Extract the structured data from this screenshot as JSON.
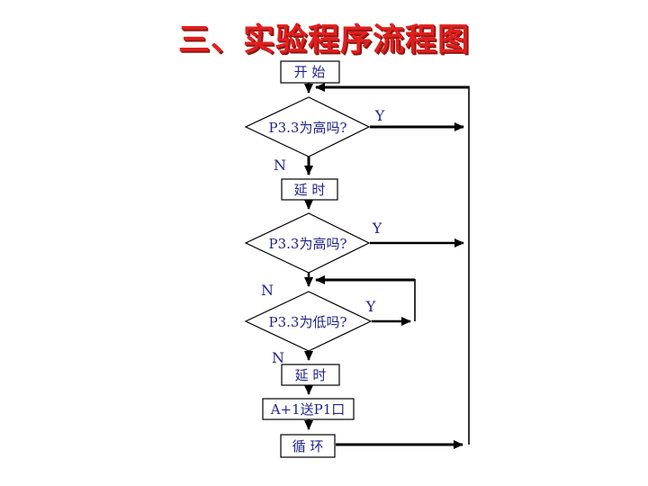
{
  "slide": {
    "background_color": "#ffffff",
    "title": {
      "text": "三、实验程序流程图",
      "color": "#e31e1e",
      "shadow_color": "#8b1a12"
    },
    "flowchart": {
      "line_color": "#000000",
      "label_color": "#22228a",
      "nodes": {
        "start": "开 始",
        "check_high_1": "P3.3为高吗?",
        "delay_1": "延 时",
        "check_high_2": "P3.3为高吗?",
        "check_low": "P3.3为低吗?",
        "delay_2": "延 时",
        "add_to_p1": "A+1送P1口",
        "loop": "循 环"
      },
      "branches": {
        "d1_yes": "Y",
        "d1_no": "N",
        "d2_yes": "Y",
        "d2_no": "N",
        "d3_yes": "Y",
        "d3_no": "N"
      }
    }
  }
}
